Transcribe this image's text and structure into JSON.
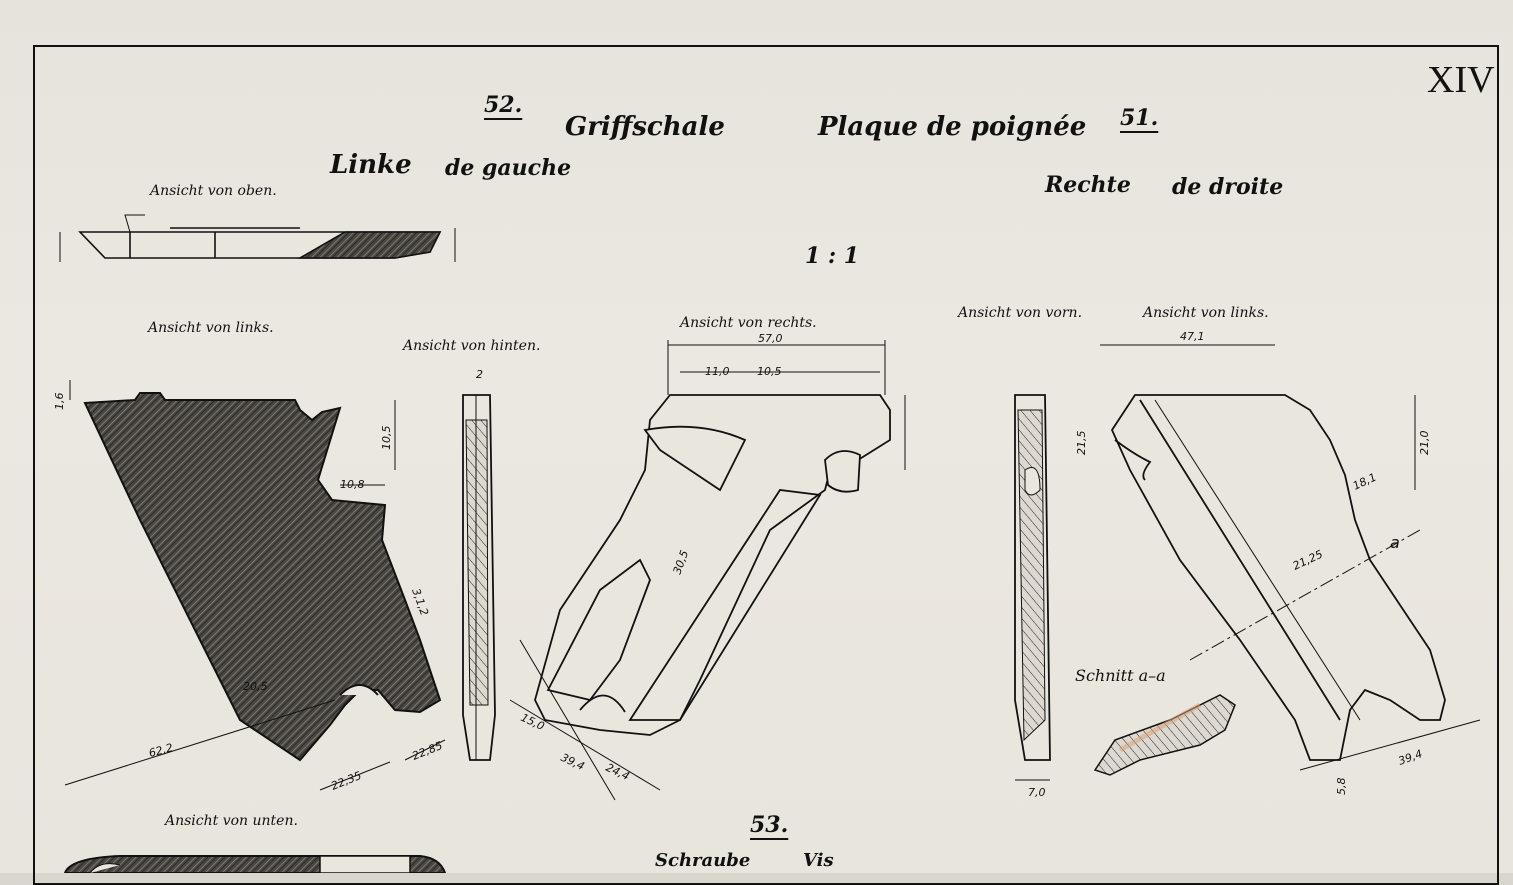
{
  "plate_number": "XIV",
  "header": {
    "part_52": "52.",
    "title_de": "Griffschale",
    "title_fr": "Plaque de poignée",
    "part_51": "51.",
    "left_de": "Linke",
    "left_fr": "de gauche",
    "right_de": "Rechte",
    "right_fr": "de droite",
    "scale": "1 : 1"
  },
  "views": {
    "top": "Ansicht von oben.",
    "left": "Ansicht von links.",
    "rear": "Ansicht von hinten.",
    "right": "Ansicht von rechts.",
    "front": "Ansicht von vorn.",
    "left2": "Ansicht von links.",
    "section": "Schnitt a–a",
    "bottom": "Ansicht von unten."
  },
  "footer": {
    "part_53": "53.",
    "screw_de": "Schraube",
    "screw_fr": "Vis"
  },
  "dims": {
    "d1": "62,2",
    "d2": "22,35",
    "d3": "22,85",
    "d4": "20,5",
    "d5": "10,8",
    "d6": "10,5",
    "d7": "57,0",
    "d8": "11,0",
    "d9": "10,5",
    "d10": "30,5",
    "d11": "39,4",
    "d12": "24,4",
    "d13": "47,1",
    "d14": "21,0",
    "d15": "18,1",
    "d16": "21,25",
    "d17": "39,4",
    "d18": "21,5",
    "d19": "5,8",
    "d20": "7,0",
    "d21": "a",
    "d22": "2",
    "d23": "1,6",
    "d24": "3,1,2",
    "d25": "15,0"
  }
}
